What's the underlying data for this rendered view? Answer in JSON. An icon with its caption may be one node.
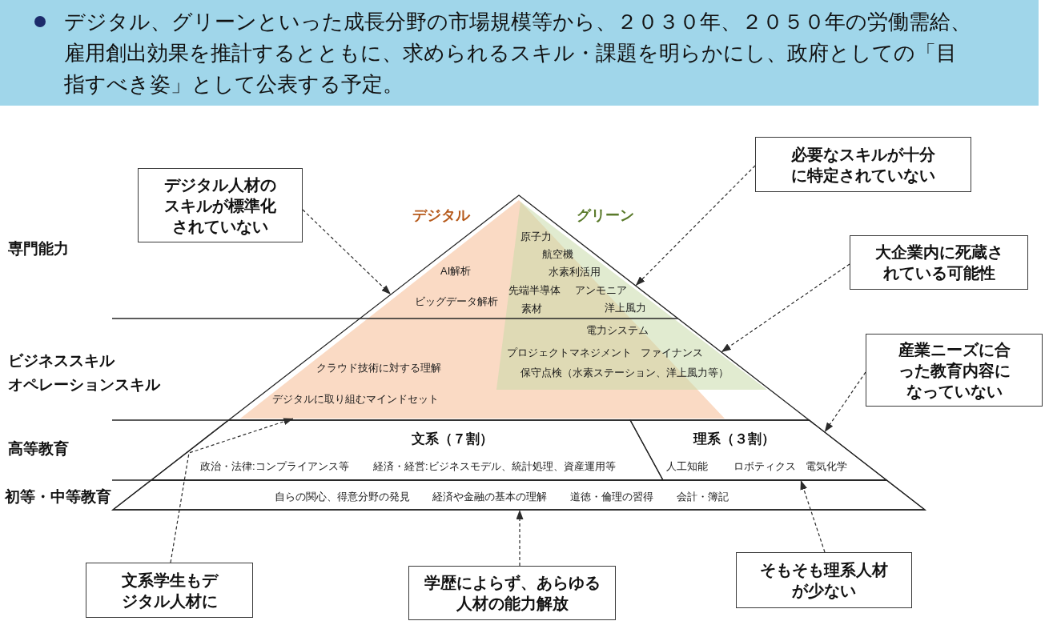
{
  "diagram": {
    "nodes": [
      {
        "text": [
          "デジタル、グリーンといった成長分野の市場規模等から、２０３０年、２０５０年の労働需給、雇用創出効果を推計するとともに、求められるスキル・課題を明らかにし、政府としての「目指すべき姿」として公表する予定。"
        ]
      },
      {
        "text": [],
        "shape": "triangle"
      },
      {
        "text": [
          "デジタル",
          "AI解析",
          "ビッグデータ解析",
          "クラウド技術に対する理解",
          "デジタルに取り組むマインドセット"
        ],
        "in": 1
      },
      {
        "text": [
          "グリーン",
          "原子力",
          "航空機",
          "水素利活用",
          "先端半導体",
          "アンモニア",
          "素材",
          "洋上風力",
          "電力システム",
          "プロジェクトマネジメント",
          "ファイナンス",
          "保守点検（水素ステーション、洋上風力等）"
        ],
        "in": 1
      },
      {
        "text": [
          "文系（７割）",
          "政治・法律:コンプライアンス等",
          "経済・経営:ビジネスモデル、統計処理、資産運用等"
        ],
        "in": 1
      },
      {
        "text": [
          "理系（３割）",
          "人工知能",
          "ロボティクス",
          "電気化学"
        ],
        "in": 1
      },
      {
        "text": [
          "自らの関心、得意分野の発見",
          "経済や金融の基本の理解",
          "道徳・倫理の習得",
          "会計・簿記"
        ],
        "in": 1
      },
      {
        "text": [
          "デジタル人材のスキルが標準化されていない"
        ]
      },
      {
        "text": [
          "必要なスキルが十分に特定されていない"
        ]
      },
      {
        "text": [
          "大企業内に死蔵されている可能性"
        ]
      },
      {
        "text": [
          "産業ニーズに合った教育内容になっていない"
        ]
      },
      {
        "text": [
          "文系学生もデジタル人材に"
        ]
      },
      {
        "text": [
          "学歴によらず、あらゆる人材の能力解放"
        ]
      },
      {
        "text": [
          "そもそも理系人材が少ない"
        ]
      }
    ],
    "edges": [
      {
        "from": 7,
        "to": 1,
        "arrow": "to",
        "style": "dashed"
      },
      {
        "from": 8,
        "to": 1,
        "arrow": "to",
        "style": "dashed"
      },
      {
        "from": 9,
        "to": 1,
        "arrow": "to",
        "style": "dashed"
      },
      {
        "from": 10,
        "to": 5,
        "arrow": "to",
        "style": "dashed"
      },
      {
        "from": 11,
        "to": 2,
        "arrow": "to",
        "style": "dashed"
      },
      {
        "from": 12,
        "to": 6,
        "arrow": "to",
        "style": "dashed"
      },
      {
        "from": 13,
        "to": 5,
        "arrow": "to",
        "style": "dashed"
      }
    ],
    "labels": [
      "専門能力",
      "ビジネススキル",
      "オペレーションスキル",
      "高等教育",
      "初等・中等教育"
    ]
  }
}
